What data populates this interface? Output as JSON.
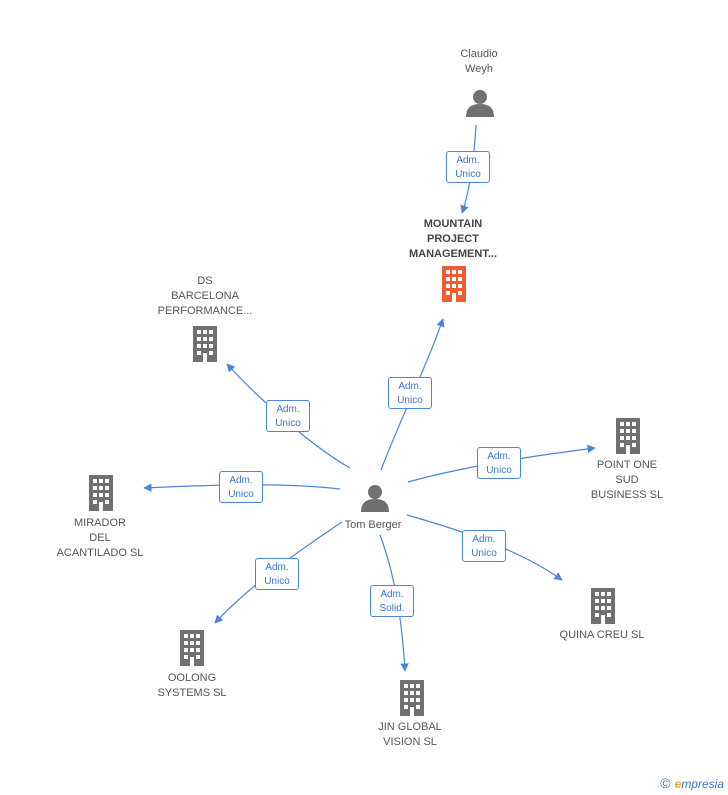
{
  "colors": {
    "edge": "#4a86d8",
    "building": "#707070",
    "building_highlight": "#f25c2e",
    "person": "#707070"
  },
  "nodes": {
    "claudio": {
      "lines": [
        "Claudio",
        "Weyh"
      ],
      "icon": "person-icon"
    },
    "mountain": {
      "lines": [
        "MOUNTAIN",
        "PROJECT",
        "MANAGEMENT..."
      ],
      "icon": "building-icon"
    },
    "ds": {
      "lines": [
        "DS",
        "BARCELONA",
        "PERFORMANCE..."
      ],
      "icon": "building-icon"
    },
    "pointone": {
      "lines": [
        "POINT ONE",
        "SUD",
        "BUSINESS SL"
      ],
      "icon": "building-icon"
    },
    "mirador": {
      "lines": [
        "MIRADOR",
        "DEL",
        "ACANTILADO SL"
      ],
      "icon": "building-icon"
    },
    "tom": {
      "lines": [
        "Tom Berger"
      ],
      "icon": "person-icon"
    },
    "quina": {
      "lines": [
        "QUINA CREU SL"
      ],
      "icon": "building-icon"
    },
    "oolong": {
      "lines": [
        "OOLONG",
        "SYSTEMS SL"
      ],
      "icon": "building-icon"
    },
    "jin": {
      "lines": [
        "JIN GLOBAL",
        "VISION SL"
      ],
      "icon": "building-icon"
    }
  },
  "edges": {
    "claudio_mountain": [
      "Adm.",
      "Unico"
    ],
    "tom_mountain": [
      "Adm.",
      "Unico"
    ],
    "tom_ds": [
      "Adm.",
      "Unico"
    ],
    "tom_pointone": [
      "Adm.",
      "Unico"
    ],
    "tom_mirador": [
      "Adm.",
      "Unico"
    ],
    "tom_quina": [
      "Adm.",
      "Unico"
    ],
    "tom_oolong": [
      "Adm.",
      "Unico"
    ],
    "tom_jin": [
      "Adm.",
      "Solid."
    ]
  },
  "brand": {
    "copyright": "©",
    "e": "e",
    "rest": "mpresia"
  }
}
